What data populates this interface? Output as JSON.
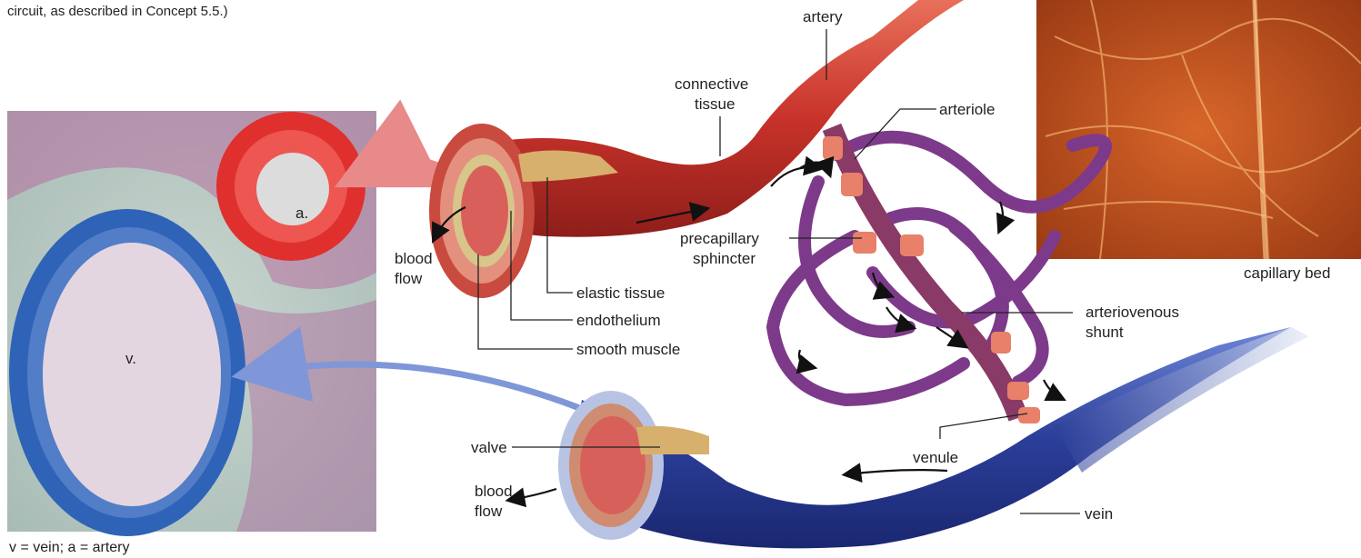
{
  "intro_text": "circuit, as described in Concept 5.5.)",
  "micrograph": {
    "vein_marker": "v.",
    "artery_marker": "a.",
    "caption": "v = vein; a = artery"
  },
  "labels": {
    "artery": "artery",
    "connective_tissue_1": "connective",
    "connective_tissue_2": "tissue",
    "arteriole": "arteriole",
    "precapillary_1": "precapillary",
    "precapillary_2": "sphincter",
    "blood_flow_top_1": "blood",
    "blood_flow_top_2": "flow",
    "elastic_tissue": "elastic tissue",
    "endothelium": "endothelium",
    "smooth_muscle": "smooth muscle",
    "capillary_bed": "capillary bed",
    "arteriovenous_1": "arteriovenous",
    "arteriovenous_2": "shunt",
    "valve": "valve",
    "blood_flow_bottom_1": "blood",
    "blood_flow_bottom_2": "flow",
    "venule": "venule",
    "vein": "vein"
  },
  "colors": {
    "artery": "#c8322a",
    "vein": "#2b3f9a",
    "capillary": "#7d3a8a",
    "sphincter": "#e8806a",
    "capillary_photo": "#c85a1c"
  }
}
